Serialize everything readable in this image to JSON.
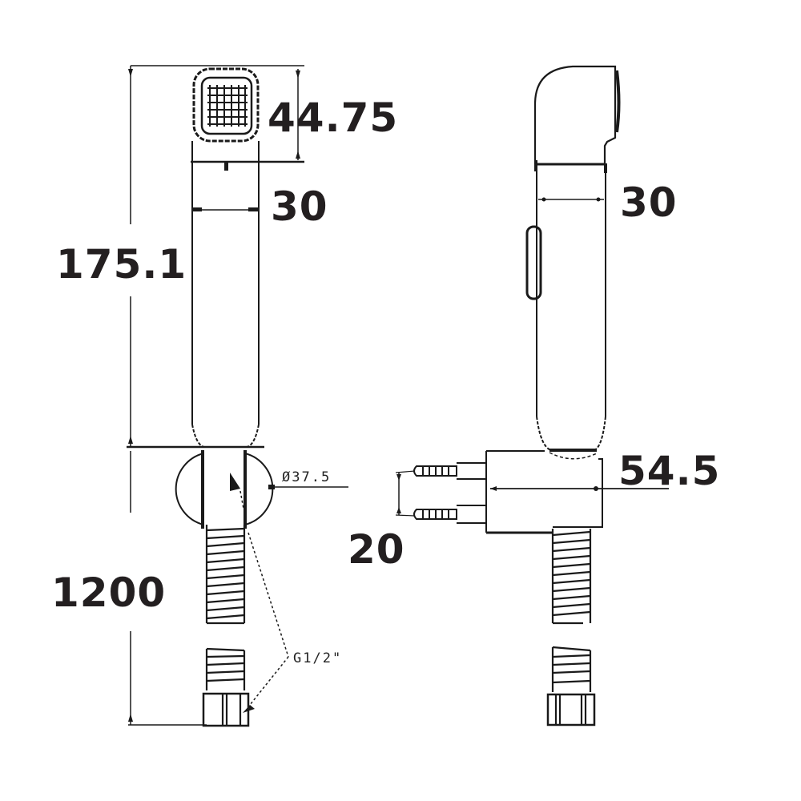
{
  "drawing": {
    "title": "Handheld bidet spray technical drawing",
    "line_color": "#1a1a1a",
    "text_color": "#231f20"
  },
  "front_view": {
    "dimensions": {
      "total_height": "175.1",
      "head_height": "44.75",
      "handle_width": "30",
      "hose_length": "1200"
    },
    "annotations": {
      "holder_diameter": "Ø37.5",
      "thread_spec": "G1/2\""
    }
  },
  "side_view": {
    "dimensions": {
      "handle_depth": "30",
      "holder_depth": "54.5",
      "screw_spacing": "20"
    }
  }
}
